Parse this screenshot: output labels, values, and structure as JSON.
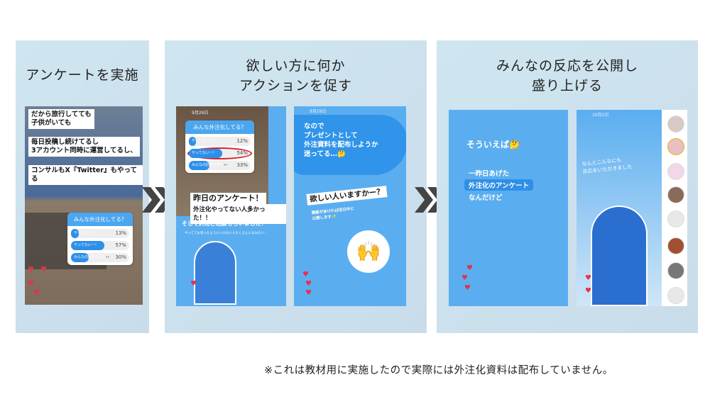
{
  "steps": [
    {
      "title": [
        "アンケートを実施"
      ]
    },
    {
      "title": [
        "欲しい方に何か",
        "アクションを促す"
      ]
    },
    {
      "title": [
        "みんなの反応を公開し",
        "盛り上げる"
      ]
    }
  ],
  "step1": {
    "captions": [
      "だから旅行してても\n子供がいても",
      "毎日投稿し続けてるし\n3アカウント同時に運営してるし、",
      "コンサルもX『Twitter』もやってる"
    ],
    "poll": {
      "question": "みんな外注化してる？",
      "options": [
        {
          "label": "やってるー！",
          "pct": "13%",
          "value": 13
        },
        {
          "label": "やってないー！",
          "pct": "57%",
          "value": 57
        },
        {
          "label": "みんなの回答を見る👀",
          "pct": "30%",
          "value": 30
        }
      ]
    }
  },
  "step2a": {
    "date": "9月29日",
    "poll": {
      "question": "みんな外注化してる？",
      "options": [
        {
          "label": "やってるー！",
          "pct": "12%",
          "value": 12
        },
        {
          "label": "やってないー！",
          "pct": "54%",
          "value": 54
        },
        {
          "label": "みんなの回答を見る👀",
          "pct": "33%",
          "value": 33
        }
      ]
    },
    "caption_title": "昨日のアンケート！",
    "caption_sub": "外注化やってない人多かった！！",
    "text1": "そして沢山ご相談もらいました！",
    "text2": "やってても思ったようにいかない人たくさんいるみたい…"
  },
  "step2b": {
    "date": "9月29日",
    "bubble": "なので\nプレゼントとして\n外注資料を配布しようか\n迷ってる…🤔",
    "question": "欲しい人いますかー？",
    "sub": "需要が多ければ近日中に\n公開します✨",
    "emoji": "🙌"
  },
  "step3a": {
    "line1": "そういえば🤔",
    "line2": "一昨日あげた",
    "line3": "外注化のアンケート",
    "line4": "なんだけど"
  },
  "step3b": {
    "date": "10月2日",
    "text": "なんとこんなにも\n反応をいただきました"
  },
  "footnote": "※これは教材用に実施したので実際には外注化資料は配布していません。",
  "colors": {
    "accent": "#4aa6ef",
    "arrow": "#444444",
    "panel": "#cfe6f0"
  }
}
